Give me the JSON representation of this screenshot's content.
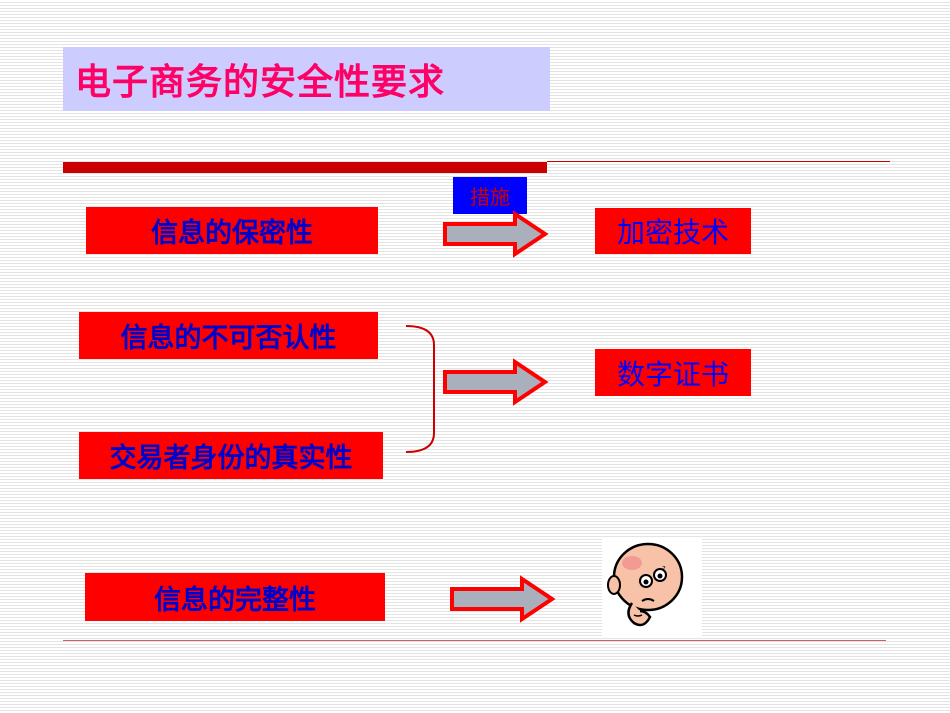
{
  "title": "电子商务的安全性要求",
  "measure_label": "措施",
  "requirements": [
    {
      "label": "信息的保密性"
    },
    {
      "label": "信息的不可否认性"
    },
    {
      "label": "交易者身份的真实性"
    },
    {
      "label": "信息的完整性"
    }
  ],
  "results": [
    {
      "label": "加密技术"
    },
    {
      "label": "数字证书"
    }
  ],
  "icons": {
    "arrow": "right-arrow-icon",
    "thinking_face": "thinking-face-icon"
  },
  "colors": {
    "title_text": "#ff0066",
    "title_bg": "#ccccff",
    "box_bg": "#ff0000",
    "box_text": "#0000cc",
    "arrow_fill": "#a9b0bc",
    "arrow_stroke": "#ff0000"
  }
}
